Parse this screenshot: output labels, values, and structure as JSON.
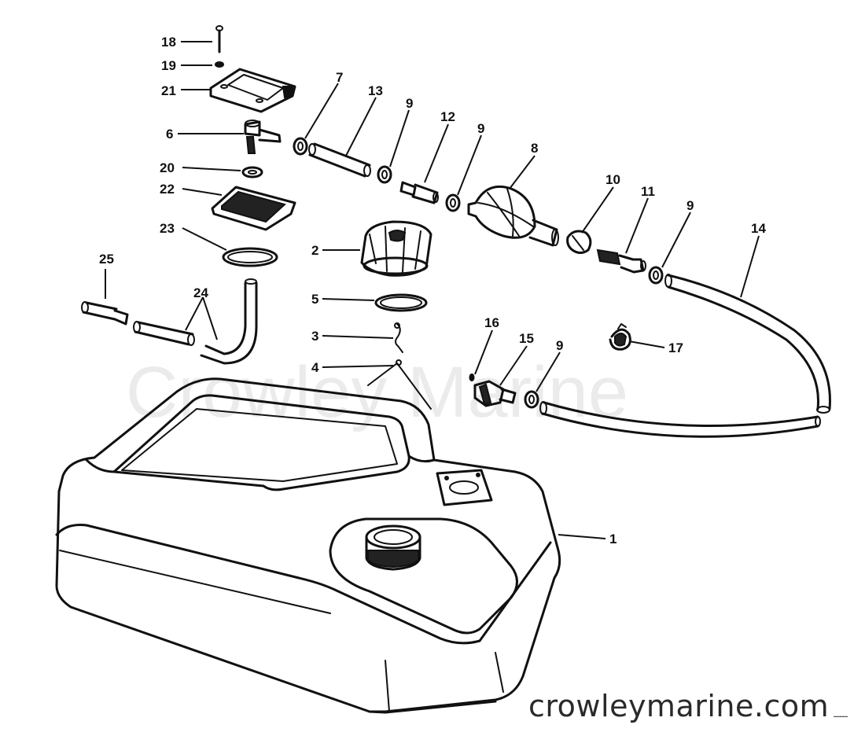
{
  "watermark": "Crowley Marine",
  "website": "crowleymarine.com",
  "diagram_code": "-----",
  "callouts": {
    "c1": "1",
    "c2": "2",
    "c3": "3",
    "c4": "4",
    "c5": "5",
    "c6": "6",
    "c7": "7",
    "c8": "8",
    "c9a": "9",
    "c9b": "9",
    "c9c": "9",
    "c9d": "9",
    "c10": "10",
    "c11": "11",
    "c12": "12",
    "c13": "13",
    "c14": "14",
    "c15": "15",
    "c16": "16",
    "c17": "17",
    "c18": "18",
    "c19": "19",
    "c20": "20",
    "c21": "21",
    "c22": "22",
    "c23": "23",
    "c24": "24",
    "c25": "25"
  }
}
